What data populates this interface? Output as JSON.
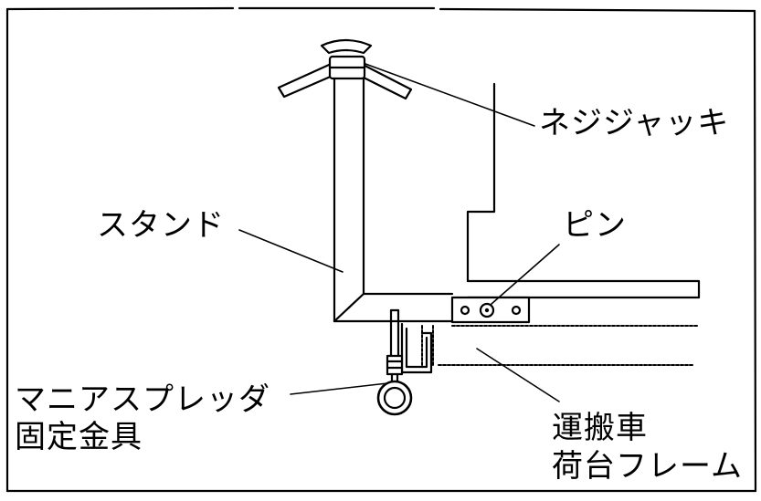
{
  "labels": {
    "screw_jack": "ネジジャッキ",
    "stand": "スタンド",
    "pin": "ピン",
    "fixing_bracket_line1": "マニアスプレッダ",
    "fixing_bracket_line2": "固定金具",
    "frame_line1": "運搬車",
    "frame_line2": "荷台フレーム"
  }
}
